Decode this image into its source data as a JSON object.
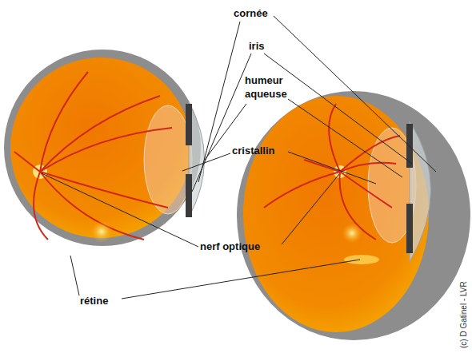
{
  "diagram": {
    "labels": [
      "cornée",
      "iris",
      "humeur aqueuse",
      "cristallin",
      "nerf optique",
      "rétine",
      "(c) D Gatinel - LVR"
    ]
  }
}
